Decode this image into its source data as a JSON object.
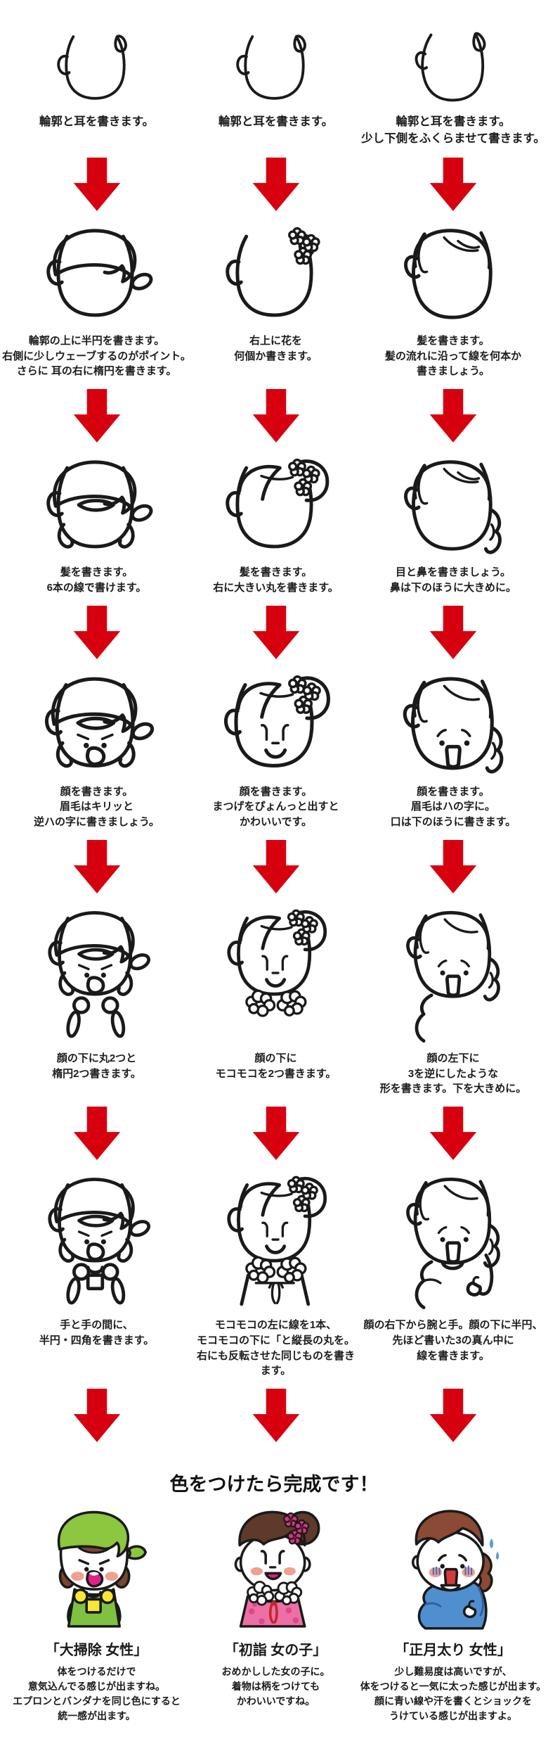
{
  "final": {
    "title": "色をつけたら完成です！"
  },
  "steps": [
    {
      "captions": [
        "輪郭と耳を書きます。",
        "輪郭と耳を書きます。",
        "輪郭と耳を書きます。\n少し下側をふくらませて書きます。"
      ]
    },
    {
      "captions": [
        "輪郭の上に半円を書きます。\n右側に少しウェーブするのがポイント。\nさらに 耳の右に楕円を書きます。",
        "右上に花を\n何個か書きます。",
        "髪を書きます。\n髪の流れに沿って線を何本か\n書きましょう。"
      ]
    },
    {
      "captions": [
        "髪を書きます。\n6本の線で書けます。",
        "髪を書きます。\n右に大きい丸を書きます。",
        "目と鼻を書きましょう。\n鼻は下のほうに大きめに。"
      ]
    },
    {
      "captions": [
        "顔を書きます。\n眉毛はキリッと\n逆ハの字に書きましょう。",
        "顔を書きます。\nまつげをぴょんっと出すと\nかわいいです。",
        "顔を書きます。\n眉毛はハの字に。\n口は下のほうに書きます。"
      ]
    },
    {
      "captions": [
        "顔の下に丸2つと\n楕円2つ書きます。",
        "顔の下に\nモコモコを2つ書きます。",
        "顔の左下に\n3を逆にしたような\n形を書きます。下を大きめに。"
      ]
    },
    {
      "captions": [
        "手と手の間に、\n半円・四角を書きます。",
        "モコモコの左に線を1本、\nモコモコの下に「と縦長の丸を。\n右にも反転させた同じものを書きます。",
        "顔の右下から腕と手。顔の下に半円、\n先ほど書いた3の真ん中に\n線を書きます。"
      ]
    }
  ],
  "characters": [
    {
      "name": "「大掃除 女性」",
      "description": "体をつけるだけで\n意気込んでる感じが出ますね。\nエプロンとバンダナを同じ色にすると\n統一感が出ます。"
    },
    {
      "name": "「初詣 女の子」",
      "description": "おめかしした女の子に。\n着物は柄をつけても\nかわいいですね。"
    },
    {
      "name": "「正月太り 女性」",
      "description": "少し難易度は高いですが、\n体をつけると一気に太った感じが出ます。\n顔に青い線や汗を書くとショックを\nうけている感じが出ますよ。"
    }
  ],
  "colors": {
    "arrow_red": "#d7000f",
    "ink_black": "#1a1a1a",
    "bandana_green": "#8dc63f",
    "apron_green": "#7fc241",
    "shirt_yellow": "#f7e734",
    "hair_brown": "#7a4632",
    "hair_dark_brown": "#5f3a2b",
    "hair_red_brown": "#8a4a33",
    "cheek_pink": "#f0a08c",
    "mouth_magenta": "#e0218a",
    "kimono_pink": "#ec6fa5",
    "flower_magenta": "#d6357f",
    "ribbon_red": "#c0272d",
    "shirt_blue": "#4f8fd0",
    "sweat_blue": "#5b9bd5",
    "shock_red": "#d23b3b"
  }
}
